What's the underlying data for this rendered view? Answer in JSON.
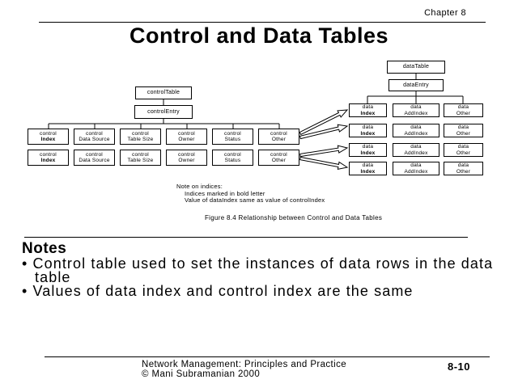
{
  "header": {
    "chapter": "Chapter 8",
    "title": "Control and Data Tables"
  },
  "diagram": {
    "control_tree": {
      "root": "controlTable",
      "entry": "controlEntry"
    },
    "control_columns": [
      {
        "line1": "control",
        "line2": "Index",
        "bold": true
      },
      {
        "line1": "control",
        "line2": "Data Source"
      },
      {
        "line1": "control",
        "line2": "Table Size"
      },
      {
        "line1": "control",
        "line2": "Owner"
      },
      {
        "line1": "control",
        "line2": "Status"
      },
      {
        "line1": "control",
        "line2": "Other"
      }
    ],
    "control_row_count": 2,
    "data_tree": {
      "root": "dataTable",
      "entry": "dataEntry"
    },
    "data_columns": [
      {
        "line1": "data",
        "line2": "Index",
        "bold": true
      },
      {
        "line1": "data",
        "line2": "AddIndex"
      },
      {
        "line1": "data",
        "line2": "Other"
      }
    ],
    "data_row_count": 4,
    "note": {
      "title": "Note on indices:",
      "lines": [
        "Indices marked in bold letter",
        "Value of dataIndex same as value of controlIndex"
      ]
    },
    "caption": "Figure 8.4 Relationship between Control and Data Tables"
  },
  "notes": {
    "heading": "Notes",
    "bullets": [
      "Control table used to set the instances of data rows in the data table",
      "Values of data index and control index are the same"
    ]
  },
  "footer": {
    "line1": "Network Management: Principles and Practice",
    "line2": "© Mani Subramanian 2000",
    "page": "8-10"
  },
  "colors": {
    "ink": "#000000",
    "background": "#ffffff"
  }
}
